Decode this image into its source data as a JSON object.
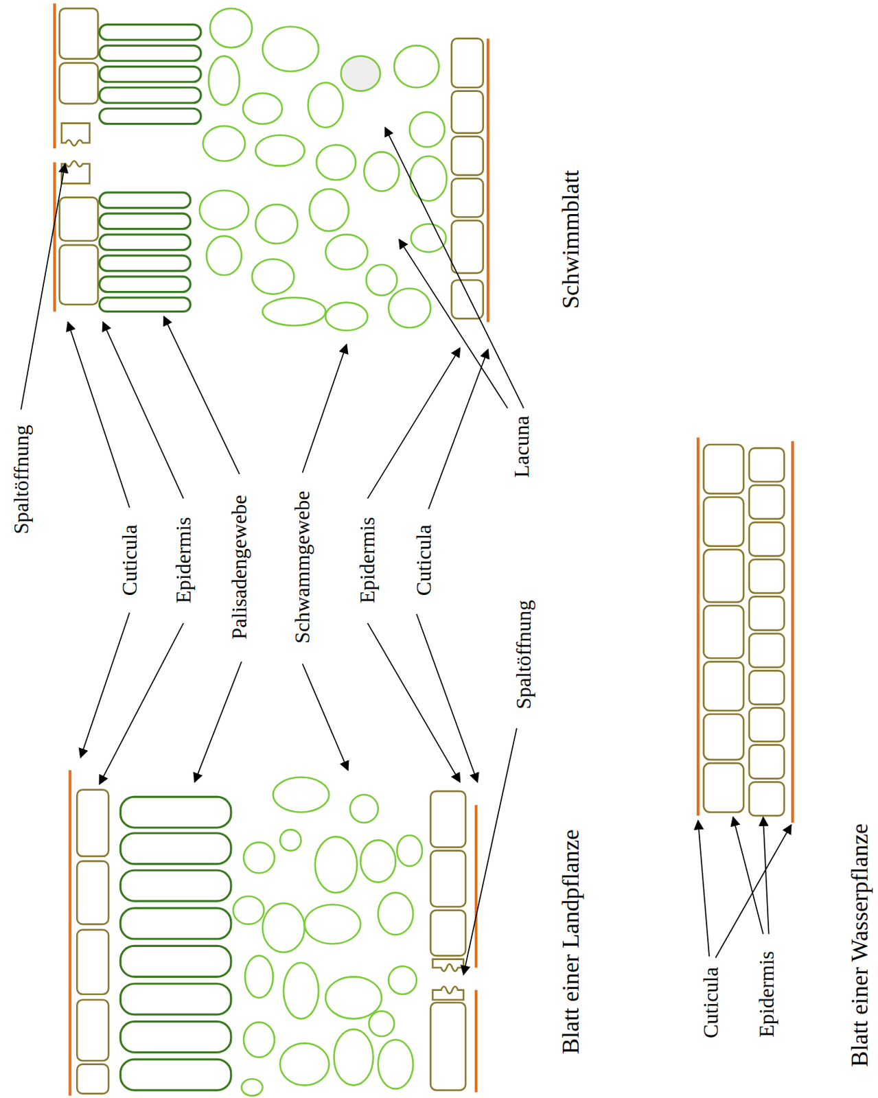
{
  "diagram": {
    "labels": [
      "Spaltöffnung",
      "Cuticula",
      "Epidermis",
      "Palisadengewebe",
      "Schwammgewebe",
      "Epidermis",
      "Cuticula",
      "Lacuna",
      "Schwimmblatt",
      "Spaltöffnung",
      "Blatt einer Landpflanze",
      "Cuticula",
      "Epidermis",
      "Blatt einer Wasserpflanze"
    ]
  }
}
